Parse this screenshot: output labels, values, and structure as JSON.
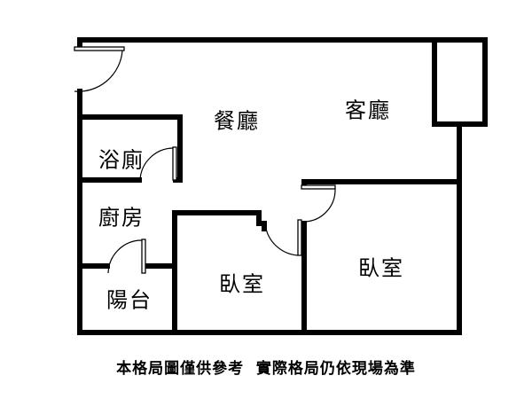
{
  "rooms": {
    "dining": "餐廳",
    "living": "客廳",
    "bathroom": "浴廁",
    "kitchen": "廚房",
    "balcony": "陽台",
    "bedroom_left": "臥室",
    "bedroom_right": "臥室"
  },
  "caption": "本格局圖僅供參考  實際格局仍依現場為準"
}
